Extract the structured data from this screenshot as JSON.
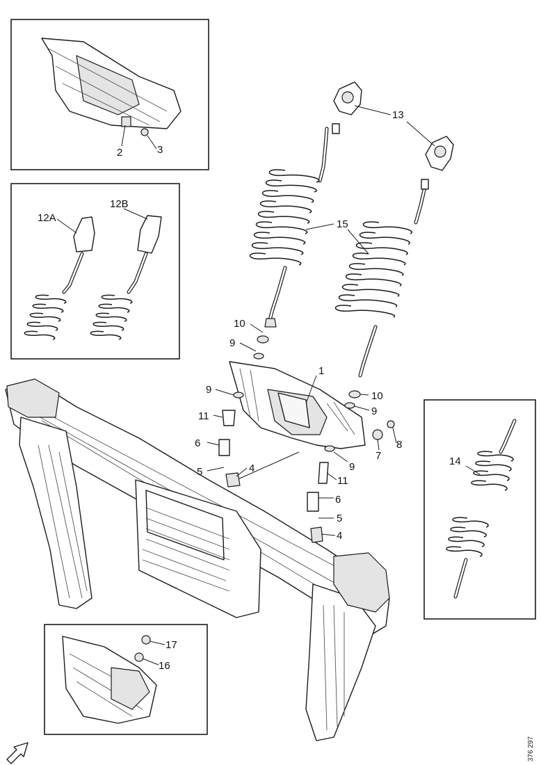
{
  "callouts": {
    "c1": "1",
    "c2": "2",
    "c3": "3",
    "c4a": "4",
    "c4b": "4",
    "c5a": "5",
    "c5b": "5",
    "c6a": "6",
    "c6b": "6",
    "c7": "7",
    "c8": "8",
    "c9a": "9",
    "c9b": "9",
    "c9c": "9",
    "c9d": "9",
    "c10a": "10",
    "c10b": "10",
    "c11a": "11",
    "c11b": "11",
    "c12a": "12A",
    "c12b": "12B",
    "c13": "13",
    "c14": "14",
    "c15": "15",
    "c16": "16",
    "c17": "17"
  },
  "reference_code": "376 297",
  "icons": {
    "direction": "front-direction-arrow-icon"
  }
}
